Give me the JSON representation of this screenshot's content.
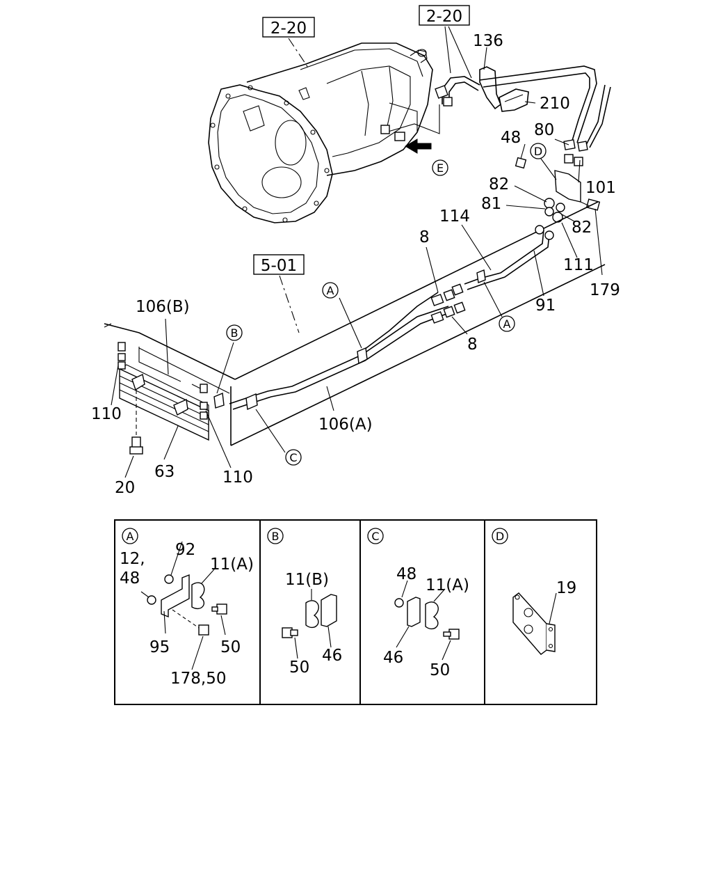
{
  "references": {
    "ref_transmission": "2-20",
    "ref_pipe_top": "2-20",
    "ref_frame": "5-01"
  },
  "callouts": {
    "c136": "136",
    "c210": "210",
    "c48": "48",
    "c80": "80",
    "c101": "101",
    "c82a": "82",
    "c81": "81",
    "c82b": "82",
    "c179": "179",
    "c111": "111",
    "c91": "91",
    "c114": "114",
    "c8a": "8",
    "c8b": "8",
    "c106b": "106(B)",
    "c106a": "106(A)",
    "c110a": "110",
    "c110b": "110",
    "c63": "63",
    "c20": "20"
  },
  "markers": {
    "mE": "E",
    "mD": "D",
    "mA1": "A",
    "mA2": "A",
    "mB": "B",
    "mC": "C"
  },
  "detail_panels": [
    {
      "letter": "A",
      "labels": {
        "p92": "92",
        "p12": "12,",
        "p48": "48",
        "p11a": "11(A)",
        "p95": "95",
        "p50": "50",
        "p178": "178,50"
      }
    },
    {
      "letter": "B",
      "labels": {
        "p11b": "11(B)",
        "p50": "50",
        "p46": "46"
      }
    },
    {
      "letter": "C",
      "labels": {
        "p48": "48",
        "p11a": "11(A)",
        "p46": "46",
        "p50": "50"
      }
    },
    {
      "letter": "D",
      "labels": {
        "p19": "19"
      }
    }
  ]
}
